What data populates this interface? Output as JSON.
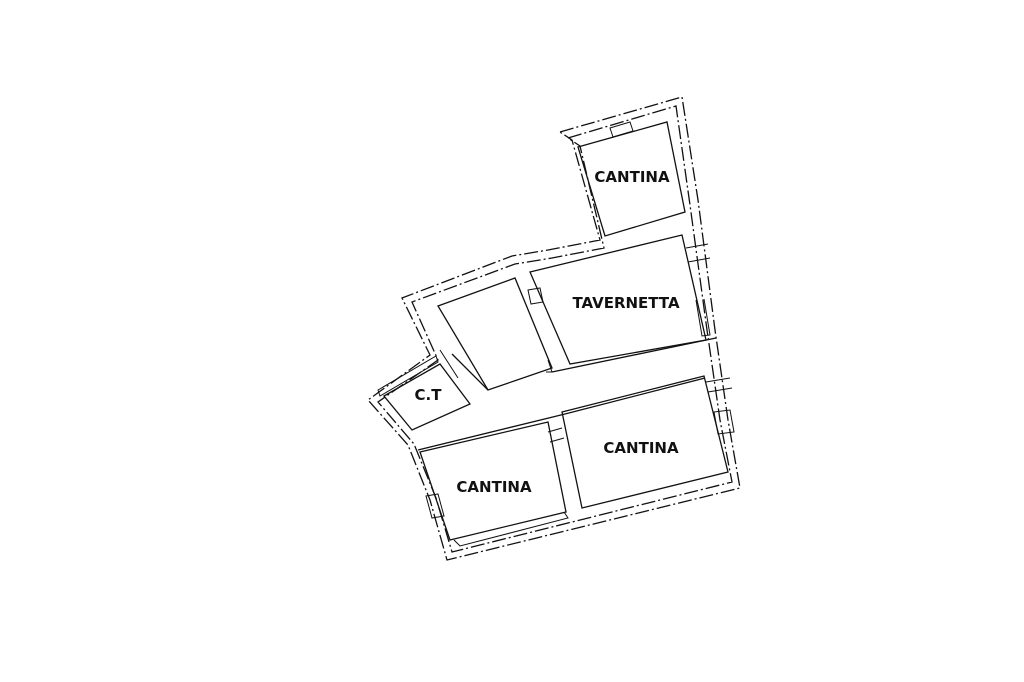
{
  "rooms": {
    "cantina_top": "CANTINA",
    "tavernetta": "TAVERNETTA",
    "ct": "C.T",
    "cantina_right": "CANTINA",
    "cantina_left": "CANTINA"
  }
}
